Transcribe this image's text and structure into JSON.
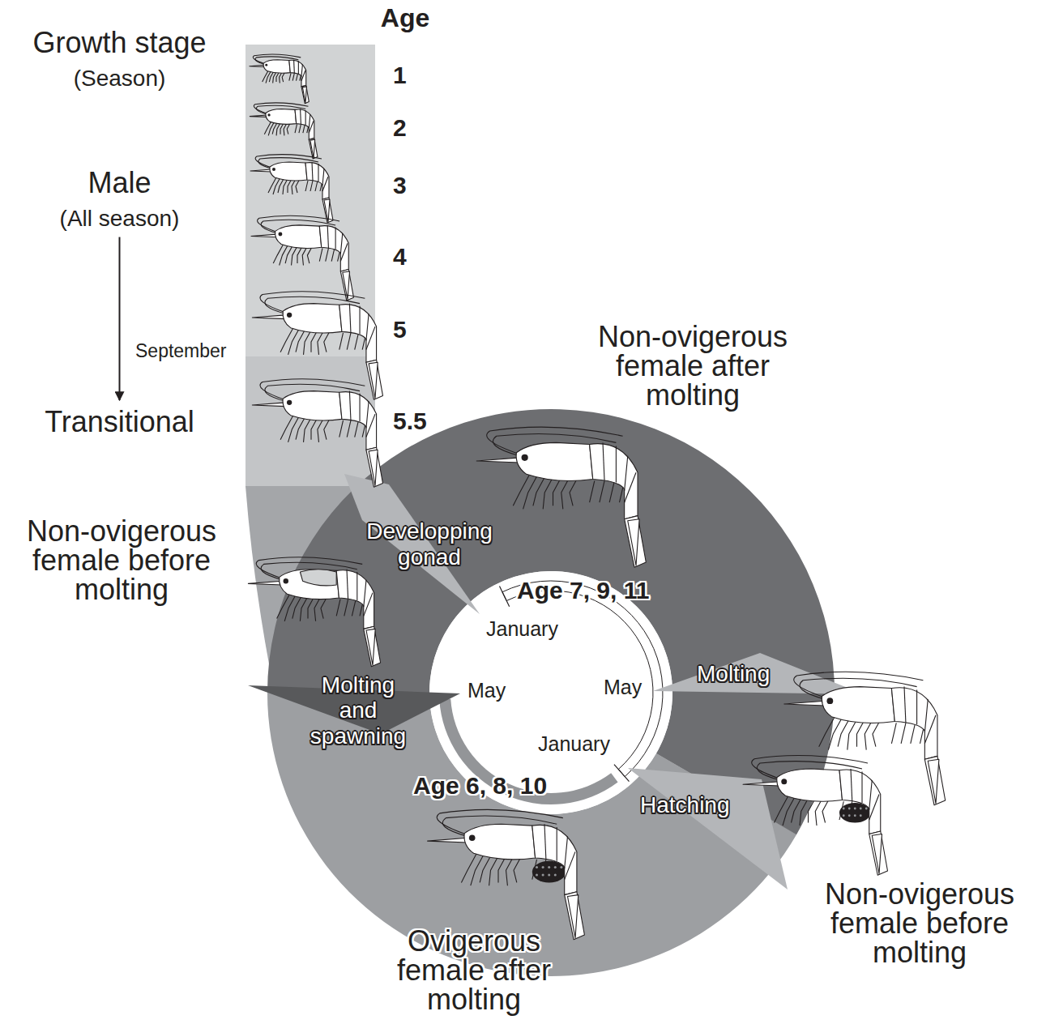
{
  "diagram": {
    "nodes": [
      {
        "text": [
          "Growth stage",
          "(Season)"
        ]
      },
      {
        "text": [
          "Male",
          "(All season)"
        ]
      },
      {
        "text": [
          "Transitional"
        ]
      }
    ],
    "edges": [
      {
        "from": 1,
        "to": 2,
        "arrow": "to"
      }
    ],
    "labels": [
      "Age",
      "1",
      "2",
      "3",
      "4",
      "5",
      "September",
      "5.5",
      "Non-ovigerous female after molting",
      "Non-ovigerous female before molting",
      "Developping gonad",
      "Age 7, 9, 11",
      "January",
      "Molting and spawning",
      "May",
      "May",
      "Molting",
      "January",
      "Age 6, 8, 10",
      "Hatching",
      "Non-ovigerous female before molting",
      "Ovigerous female after molting"
    ]
  }
}
